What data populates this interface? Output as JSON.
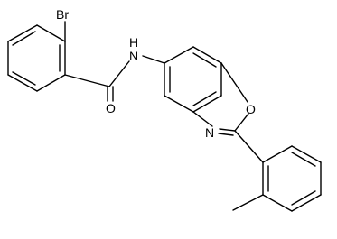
{
  "atoms": {
    "bromine": "Br",
    "amide_nitrogen": "N",
    "amide_hydrogen": "H",
    "carbonyl_oxygen": "O",
    "ring_oxygen": "O",
    "ring_nitrogen": "N"
  }
}
